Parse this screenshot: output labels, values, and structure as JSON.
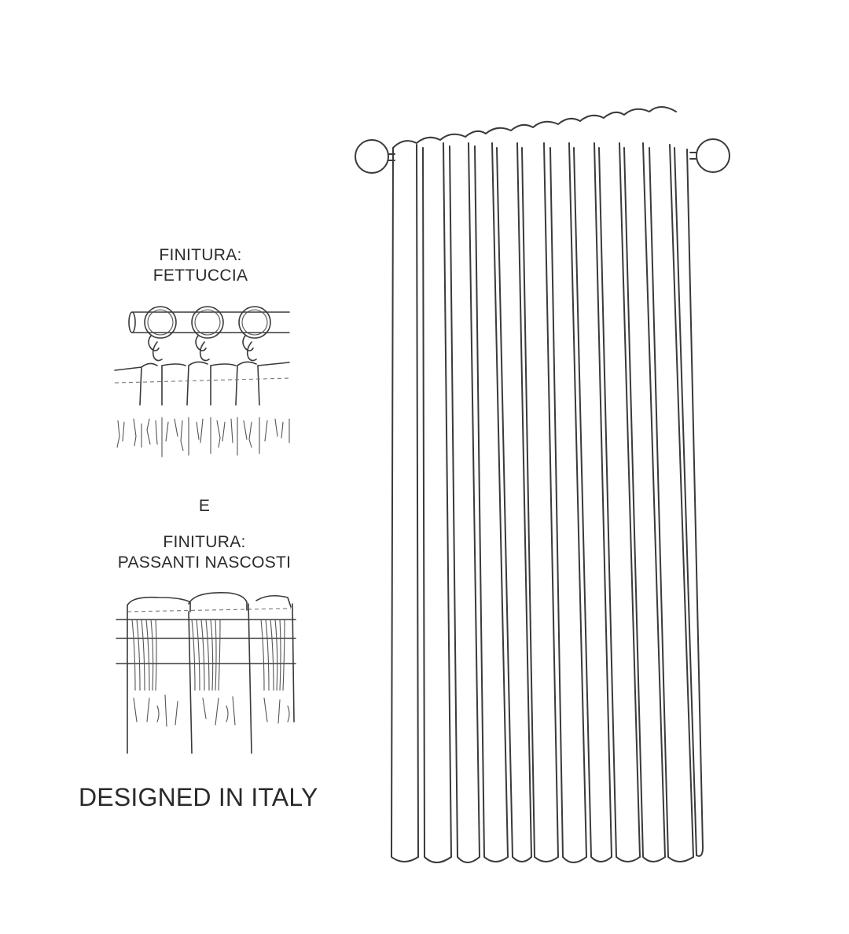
{
  "finish_1": {
    "title": "FINITURA:",
    "type": "FETTUCCIA"
  },
  "separator": "E",
  "finish_2": {
    "title": "FINITURA:",
    "type": "PASSANTI NASCOSTI"
  },
  "footer": "DESIGNED IN ITALY"
}
